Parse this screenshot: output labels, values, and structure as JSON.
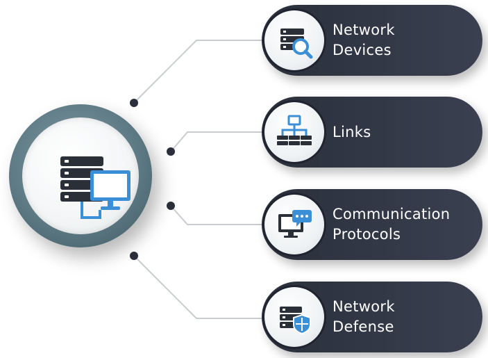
{
  "items": [
    {
      "line1": "Network",
      "line2": "Devices",
      "icon": "server-search-icon"
    },
    {
      "line1": "Links",
      "line2": "",
      "icon": "network-hierarchy-icon"
    },
    {
      "line1": "Communication",
      "line2": "Protocols",
      "icon": "monitor-chat-icon"
    },
    {
      "line1": "Network",
      "line2": "Defense",
      "icon": "server-shield-icon"
    }
  ],
  "hub": {
    "icon": "server-monitor-icon"
  },
  "colors": {
    "pill": "#2f3442",
    "hub_ring": "#5e7a84",
    "accent_blue": "#3a8fd6",
    "connector": "#c9ccd0",
    "dot": "#2a2f3b"
  }
}
